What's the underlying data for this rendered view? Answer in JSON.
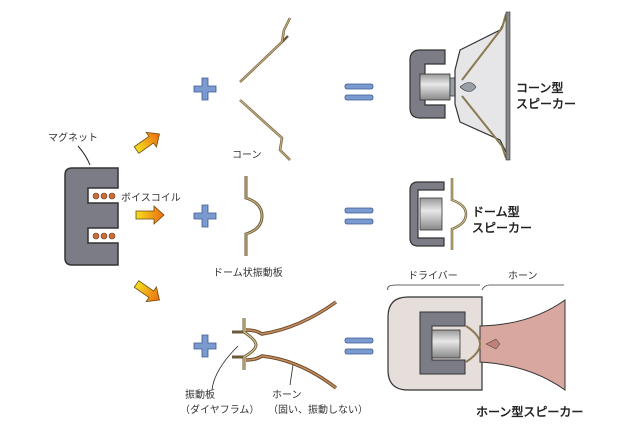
{
  "labels": {
    "magnet": "マグネット",
    "voice_coil": "ボイスコイル",
    "cone": "コーン",
    "dome_diaphragm": "ドーム状振動板",
    "diaphragm": "振動板",
    "diaphragm_alt": "（ダイヤフラム）",
    "horn": "ホーン",
    "horn_note": "（固い、振動しない）",
    "driver": "ドライバー",
    "horn_part": "ホーン"
  },
  "results": {
    "cone_speaker_1": "コーン型",
    "cone_speaker_2": "スピーカー",
    "dome_speaker_1": "ドーム型",
    "dome_speaker_2": "スピーカー",
    "horn_speaker": "ホーン型スピーカー"
  },
  "colors": {
    "magnet": "#7c7c86",
    "coil": "#c8703c",
    "diaphragm": "#b8a070",
    "plus_equals": "#7a9ad0",
    "horn_fill": "#d8a8a0",
    "driver_box": "#e6dedb"
  }
}
